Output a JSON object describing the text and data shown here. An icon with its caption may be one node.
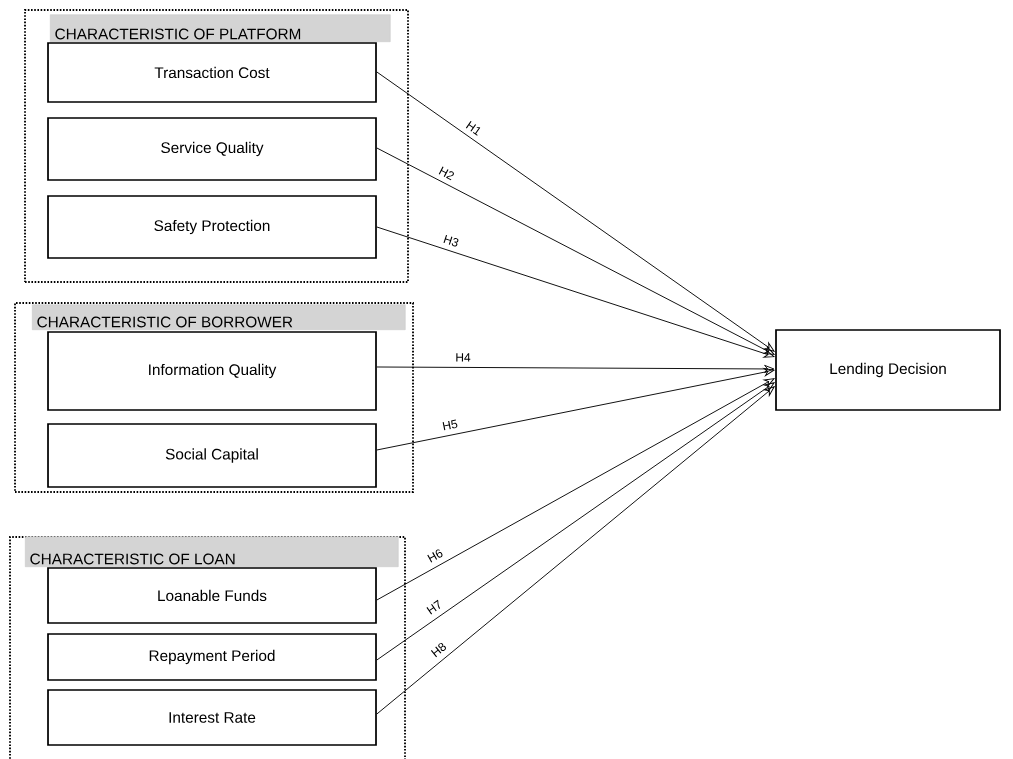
{
  "diagram": {
    "nodes": [
      {
        "text": [
          "CHARACTERISTIC OF PLATFORM"
        ]
      },
      {
        "text": [
          "Transaction Cost"
        ],
        "in": 0
      },
      {
        "text": [
          "Service Quality"
        ],
        "in": 0
      },
      {
        "text": [
          "Safety Protection"
        ],
        "in": 0
      },
      {
        "text": [
          "CHARACTERISTIC OF BORROWER"
        ]
      },
      {
        "text": [
          "Information Quality"
        ],
        "in": 4
      },
      {
        "text": [
          "Social Capital"
        ],
        "in": 4
      },
      {
        "text": [
          "CHARACTERISTIC OF LOAN"
        ]
      },
      {
        "text": [
          "Loanable Funds"
        ],
        "in": 7
      },
      {
        "text": [
          "Repayment Period"
        ],
        "in": 7
      },
      {
        "text": [
          "Interest Rate"
        ],
        "in": 7
      },
      {
        "text": [
          "Lending Decision"
        ]
      }
    ],
    "edges": [
      {
        "from": 1,
        "to": 11,
        "arrow": "to",
        "label": "H1"
      },
      {
        "from": 2,
        "to": 11,
        "arrow": "to",
        "label": "H2"
      },
      {
        "from": 3,
        "to": 11,
        "arrow": "to",
        "label": "H3"
      },
      {
        "from": 5,
        "to": 11,
        "arrow": "to",
        "label": "H4"
      },
      {
        "from": 6,
        "to": 11,
        "arrow": "to",
        "label": "H5"
      },
      {
        "from": 8,
        "to": 11,
        "arrow": "to",
        "label": "H6"
      },
      {
        "from": 9,
        "to": 11,
        "arrow": "to",
        "label": "H7"
      },
      {
        "from": 10,
        "to": 11,
        "arrow": "to",
        "label": "H8"
      }
    ]
  }
}
